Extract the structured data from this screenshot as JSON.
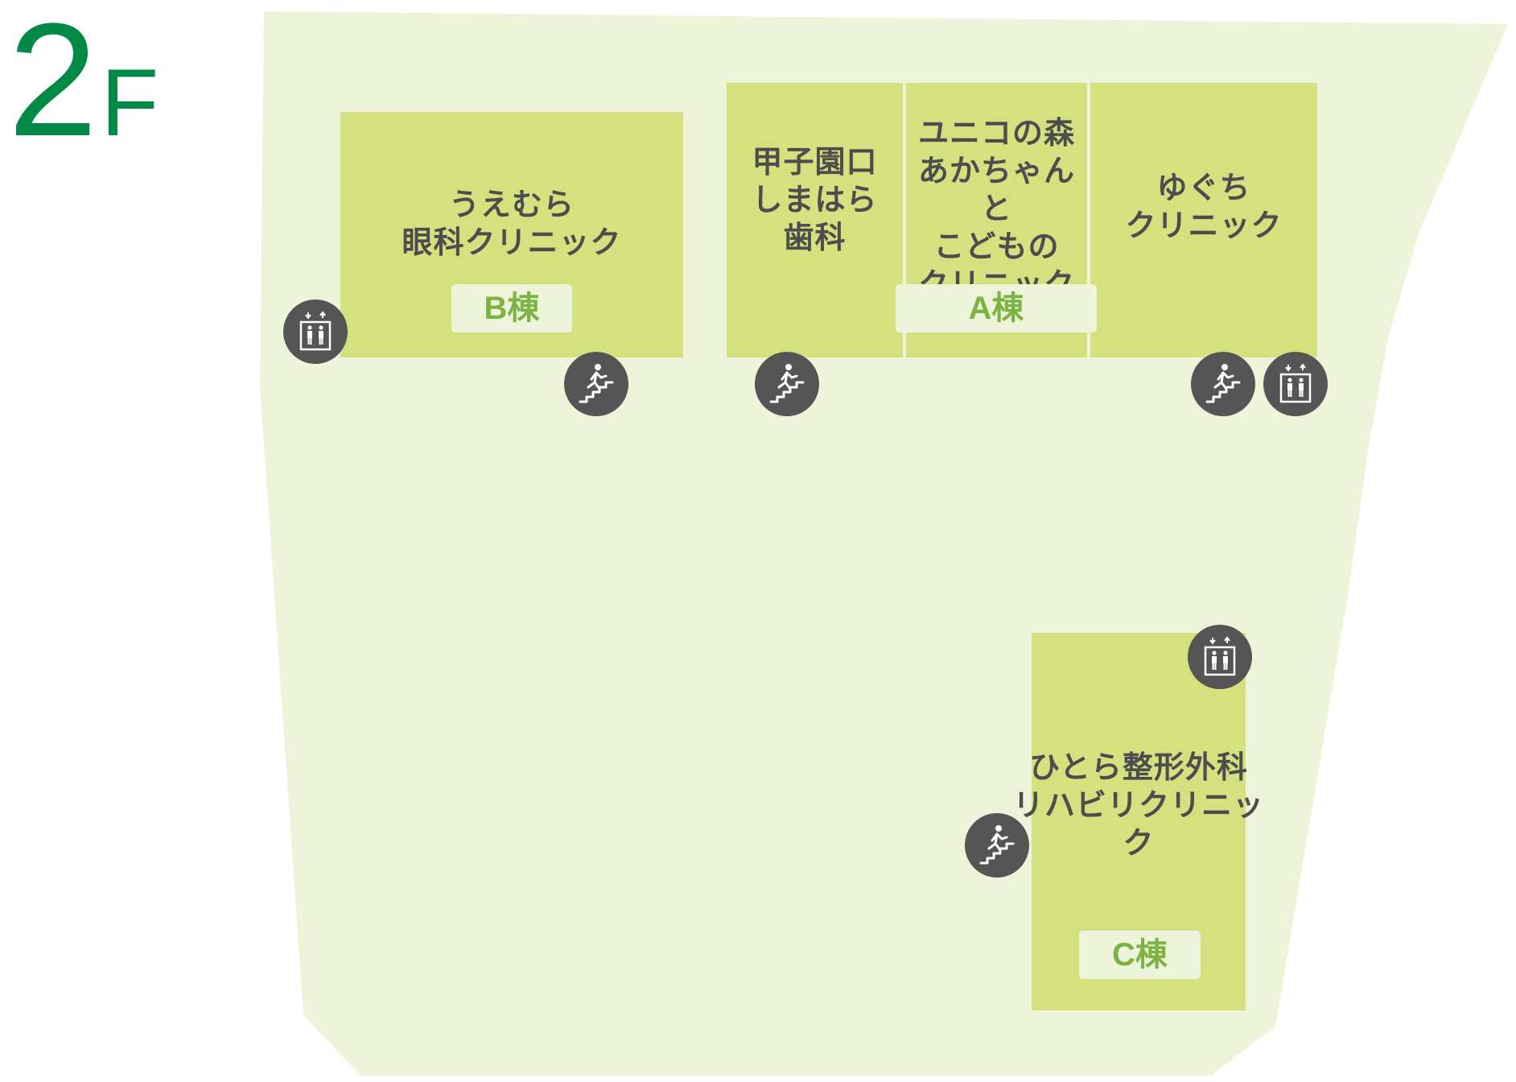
{
  "floor": {
    "number": "2",
    "unit": "F"
  },
  "colors": {
    "floor_area": "#eef4da",
    "room": "#d5e07f",
    "room_text": "#4d4d4d",
    "building_label": "#7cb342",
    "floor_label": "#008a45",
    "icon_bg": "#555555",
    "icon_fg": "#ffffff"
  },
  "rooms": {
    "uemura": {
      "name": "うえむら\n眼科クリニック"
    },
    "koshien": {
      "name": "甲子園口\nしまはら\n歯科"
    },
    "yunikono": {
      "name": "ユニコの森\nあかちゃんと\nこどもの\nクリニック"
    },
    "yuguchi": {
      "name": "ゆぐち\nクリニック"
    },
    "hitora": {
      "name": "ひとら整形外科\nリハビリクリニック"
    }
  },
  "buildings": {
    "b": "B棟",
    "a": "A棟",
    "c": "C棟"
  },
  "icons": {
    "elevator": "elevator-icon",
    "stairs": "stairs-icon"
  }
}
